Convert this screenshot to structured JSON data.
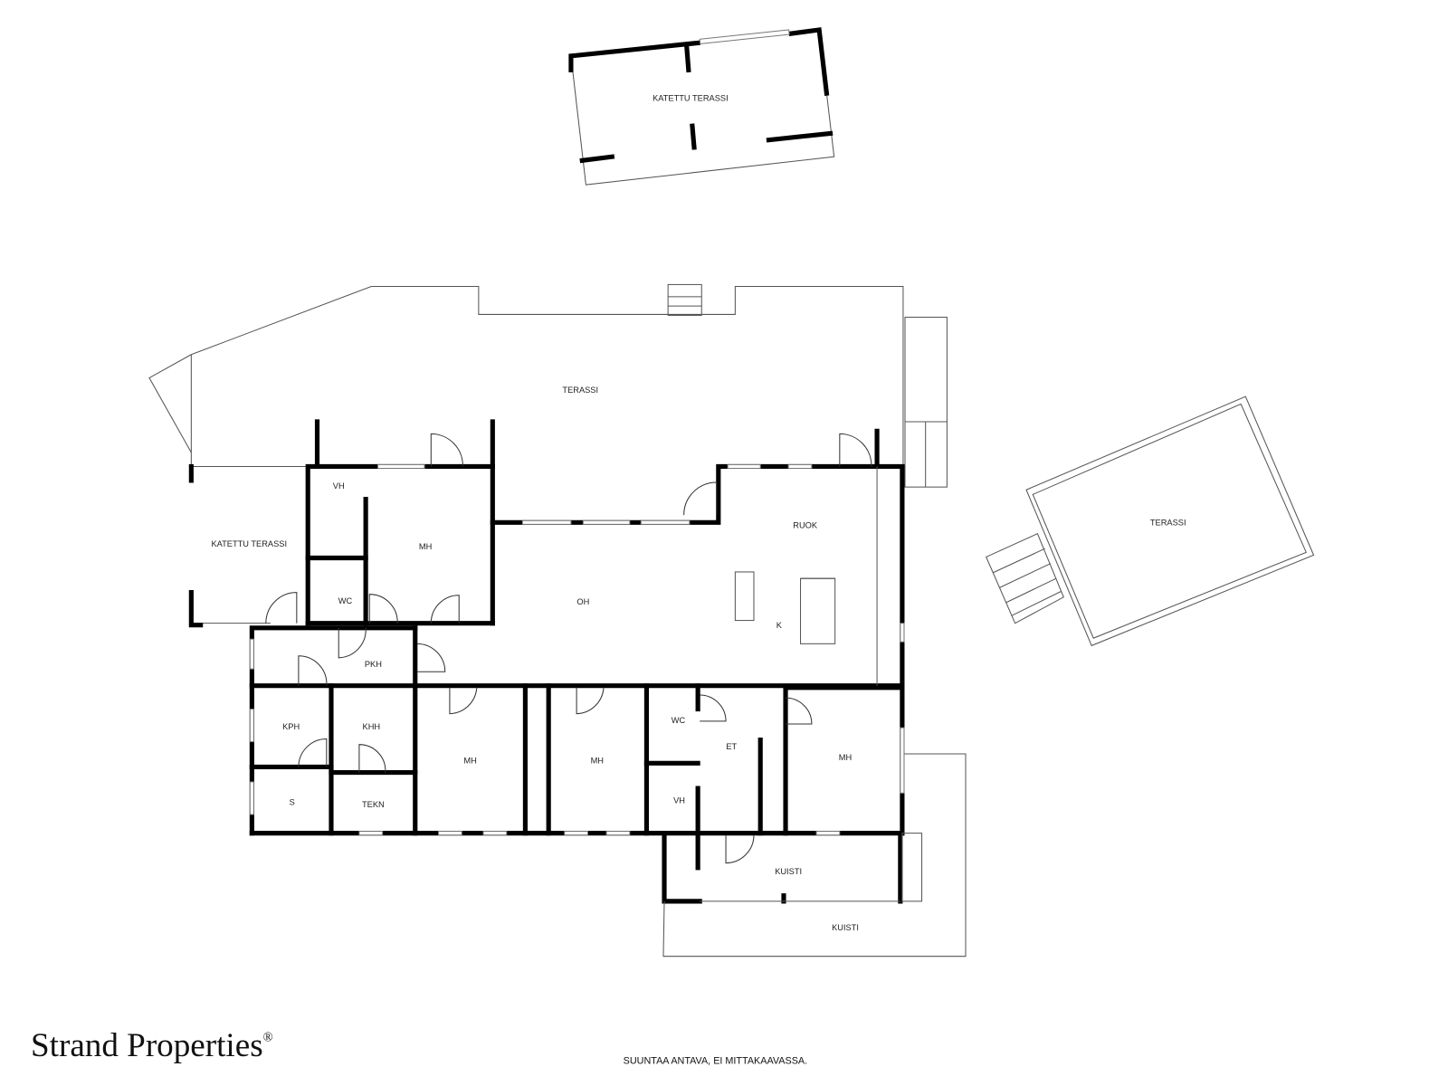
{
  "brand": {
    "name": "Strand Properties",
    "mark": "®"
  },
  "note": "SUUNTAA ANTAVA, EI MITTAKAAVASSA.",
  "rooms": {
    "katettu_terassi_top": "KATETTU TERASSI",
    "terassi_main": "TERASSI",
    "terassi_right": "TERASSI",
    "katettu_terassi_left": "KATETTU TERASSI",
    "vh_1": "VH",
    "mh_1": "MH",
    "wc_1": "WC",
    "oh": "OH",
    "ruok": "RUOK",
    "k": "K",
    "pkh": "PKH",
    "kph": "KPH",
    "khh": "KHH",
    "s": "S",
    "tekn": "TEKN",
    "mh_2": "MH",
    "mh_3": "MH",
    "wc_2": "WC",
    "vh_2": "VH",
    "et": "ET",
    "mh_4": "MH",
    "kuisti_1": "KUISTI",
    "kuisti_2": "KUISTI"
  }
}
